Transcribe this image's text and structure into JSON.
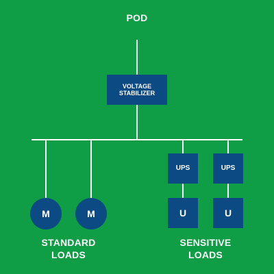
{
  "colors": {
    "background": "#0f9d46",
    "box": "#0b4a83",
    "line": "#ffffff",
    "text": "#ffffff"
  },
  "diagram": {
    "title": "POD",
    "stabilizer_label": "VOLTAGE\nSTABILIZER",
    "motors": [
      "M",
      "M"
    ],
    "ups_units": [
      {
        "ups_label": "UPS",
        "unit_label": "U"
      },
      {
        "ups_label": "UPS",
        "unit_label": "U"
      }
    ],
    "standard_loads_label": "STANDARD\nLOADS",
    "sensitive_loads_label": "SENSITIVE\nLOADS"
  }
}
